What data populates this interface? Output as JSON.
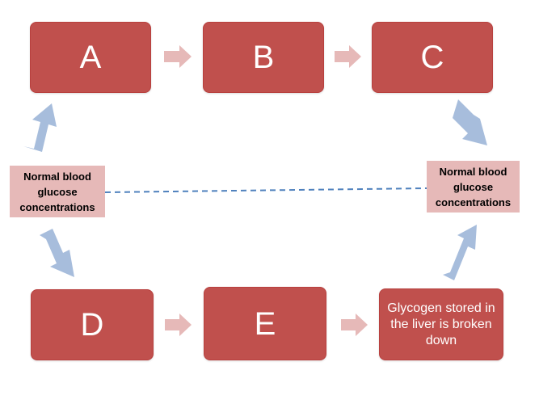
{
  "colors": {
    "box_fill": "#c0504d",
    "note_fill": "#e6b9b8",
    "pink_arrow": "#e6b9b8",
    "blue_arrow": "#a7bddc",
    "dashed_line": "#4f81bd"
  },
  "boxes": {
    "a": "A",
    "b": "B",
    "c": "C",
    "d": "D",
    "e": "E",
    "glycogen": "Glycogen stored in the liver is broken down"
  },
  "notes": {
    "left": "Normal blood glucose concentrations",
    "right": "Normal blood glucose concentrations"
  }
}
